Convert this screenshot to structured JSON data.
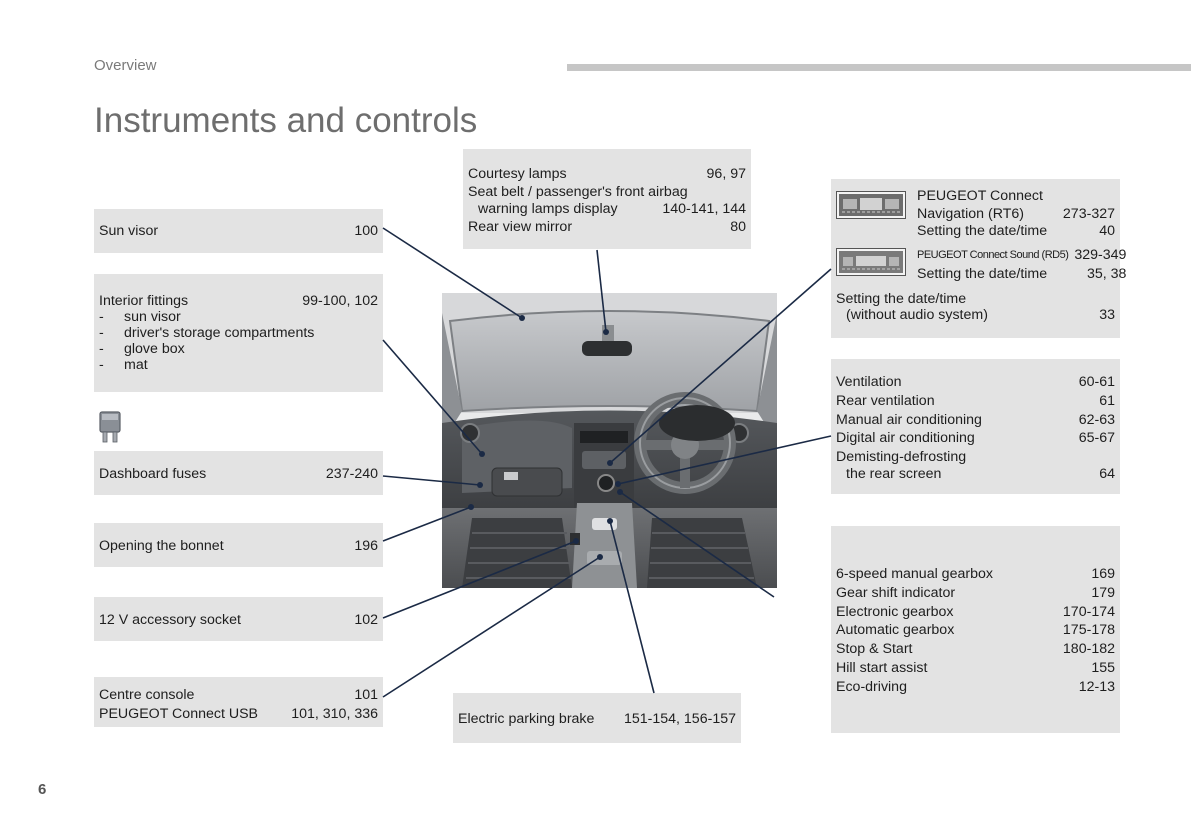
{
  "header": {
    "section": "Overview",
    "title": "Instruments and controls",
    "page_number": "6"
  },
  "colors": {
    "box_bg": "#e3e3e3",
    "leader_line": "#1b2a45",
    "title": "#6e6e6e",
    "header_bar": "#c6c6c6"
  },
  "left": {
    "sun_visor": {
      "label": "Sun visor",
      "page": "100"
    },
    "interior": {
      "label": "Interior fittings",
      "page": "99-100, 102",
      "items": [
        "sun visor",
        "driver's storage compartments",
        "glove box",
        "mat"
      ]
    },
    "fuse_icon": "fuse-icon",
    "fuses": {
      "label": "Dashboard fuses",
      "page": "237-240"
    },
    "bonnet": {
      "label": "Opening the bonnet",
      "page": "196"
    },
    "socket": {
      "label": "12 V accessory socket",
      "page": "102"
    },
    "console": {
      "label": "Centre console",
      "page": "101"
    },
    "usb": {
      "label": "PEUGEOT Connect USB",
      "page": "101, 310, 336"
    }
  },
  "top": {
    "courtesy": {
      "label": "Courtesy lamps",
      "page": "96, 97"
    },
    "seatbelt_line1": "Seat belt / passenger's front airbag",
    "seatbelt": {
      "label": "warning lamps display",
      "page": "140-141, 144"
    },
    "mirror": {
      "label": "Rear view mirror",
      "page": "80"
    }
  },
  "bottom": {
    "brake": {
      "label": "Electric parking brake",
      "page": "151-154, 156-157"
    }
  },
  "right": {
    "audio": {
      "rt6_line1": "PEUGEOT Connect",
      "rt6": {
        "label": "Navigation (RT6)",
        "page": "273-327"
      },
      "rt6_date": {
        "label": "Setting the date/time",
        "page": "40"
      },
      "rd5": {
        "label": "PEUGEOT Connect Sound (RD5)",
        "page": "329-349"
      },
      "rd5_date": {
        "label": "Setting the date/time",
        "page": "35, 38"
      },
      "noaudio_line1": "Setting the date/time",
      "noaudio": {
        "label": "(without audio system)",
        "page": "33"
      }
    },
    "ventilation": [
      {
        "label": "Ventilation",
        "page": "60-61"
      },
      {
        "label": "Rear ventilation",
        "page": "61"
      },
      {
        "label": "Manual air conditioning",
        "page": "62-63"
      },
      {
        "label": "Digital air conditioning",
        "page": "65-67"
      }
    ],
    "demist_line1": "Demisting-defrosting",
    "demist": {
      "label": "the rear screen",
      "page": "64"
    },
    "gearbox": [
      {
        "label": "6-speed manual gearbox",
        "page": "169"
      },
      {
        "label": "Gear shift indicator",
        "page": "179"
      },
      {
        "label": "Electronic gearbox",
        "page": "170-174"
      },
      {
        "label": "Automatic gearbox",
        "page": "175-178"
      },
      {
        "label": "Stop & Start",
        "page": "180-182"
      },
      {
        "label": "Hill start assist",
        "page": "155"
      },
      {
        "label": "Eco-driving",
        "page": "12-13"
      }
    ]
  }
}
